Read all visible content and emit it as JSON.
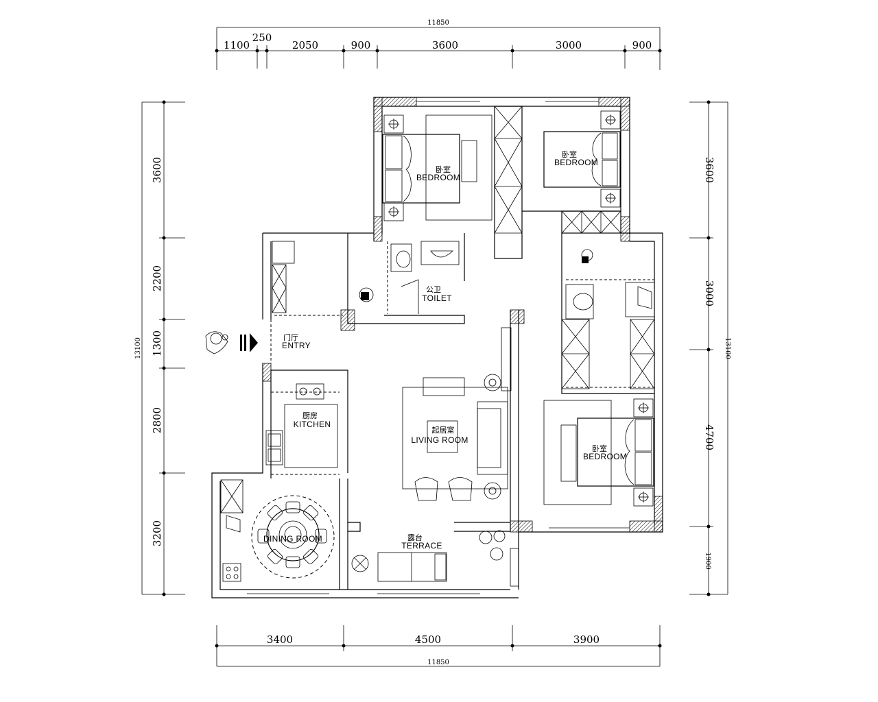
{
  "dimensions": {
    "top_total": "11850",
    "top_segments": [
      "1100",
      "250",
      "2050",
      "900",
      "3600",
      "3000",
      "900"
    ],
    "bottom_segments": [
      "3400",
      "4500",
      "3900"
    ],
    "bottom_total": "11850",
    "left_segments": [
      "3600",
      "2200",
      "1300",
      "2800",
      "3200"
    ],
    "left_total": "13100",
    "right_segments": [
      "3600",
      "3000",
      "4700",
      "1900"
    ],
    "right_total": "13100"
  },
  "rooms": {
    "master_bedroom": {
      "cn": "卧室",
      "en": "BEDROOM"
    },
    "second_bedroom": {
      "cn": "卧室",
      "en": "BEDROOM"
    },
    "third_bedroom": {
      "cn": "卧室",
      "en": "BEDROOM"
    },
    "toilet": {
      "cn": "公卫",
      "en": "TOILET"
    },
    "entry": {
      "cn": "门厅",
      "en": "ENTRY"
    },
    "kitchen": {
      "cn": "厨房",
      "en": "KITCHEN"
    },
    "living_room": {
      "cn": "起居室",
      "en": "LIVING ROOM"
    },
    "dining_room": {
      "en": "DINING ROOM"
    },
    "terrace": {
      "cn": "露台",
      "en": "TERRACE"
    }
  },
  "icons": {
    "entry_arrow": "entry-arrow-icon",
    "person": "person-icon"
  }
}
